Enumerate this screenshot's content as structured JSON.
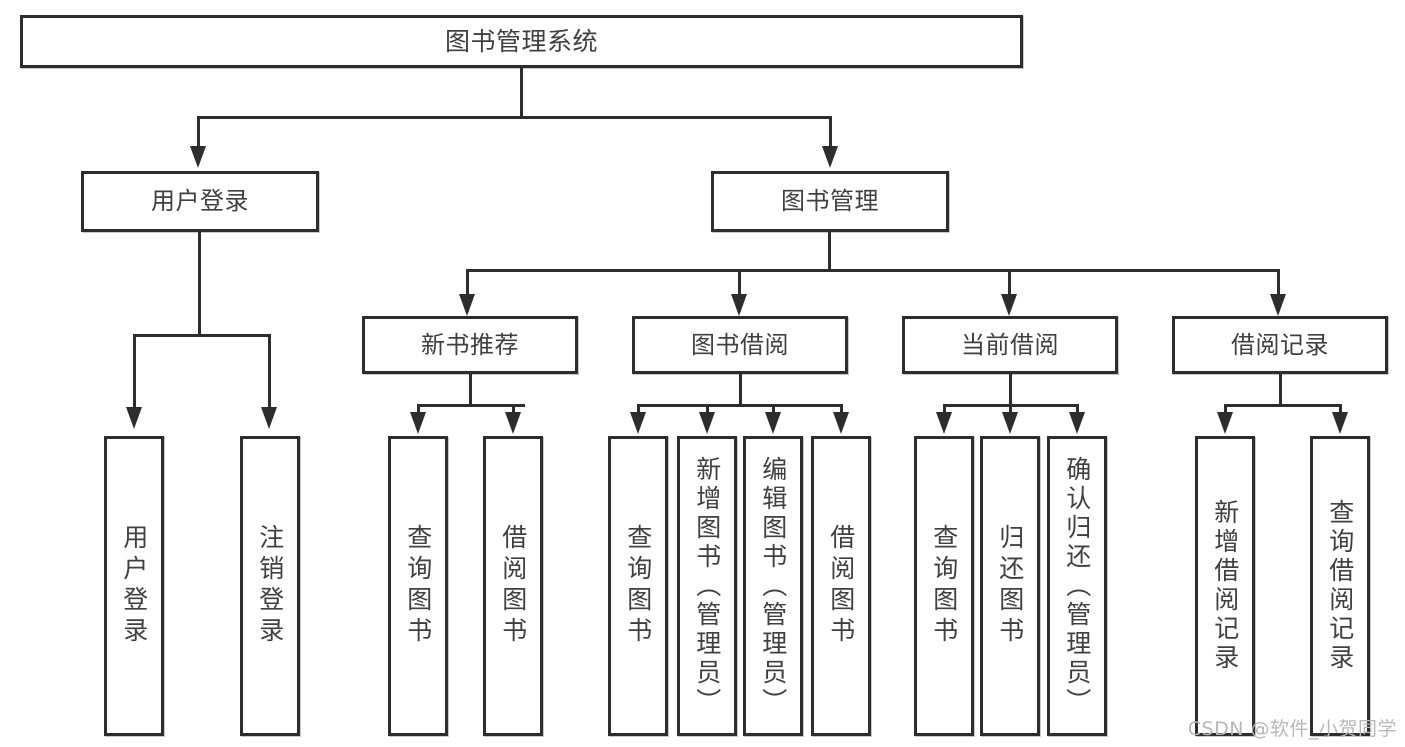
{
  "diagram": {
    "title": "图书管理系统",
    "type": "hierarchy-tree",
    "watermark": "CSDN @软件_小贺同学",
    "colors": {
      "border": "#2d2d2d",
      "text": "#404040",
      "background": "#ffffff",
      "shadow": "#c9c9c9",
      "watermark": "#b8b8b8"
    },
    "levels": {
      "root": {
        "label": "图书管理系统"
      },
      "level2": [
        {
          "label": "用户登录"
        },
        {
          "label": "图书管理"
        }
      ],
      "level3": [
        {
          "label": "新书推荐"
        },
        {
          "label": "图书借阅"
        },
        {
          "label": "当前借阅"
        },
        {
          "label": "借阅记录"
        }
      ],
      "leaves": {
        "user_login": [
          {
            "label": "用户登录"
          },
          {
            "label": "注销登录"
          }
        ],
        "new_book_recommend": [
          {
            "label": "查询图书"
          },
          {
            "label": "借阅图书"
          }
        ],
        "book_borrow": [
          {
            "label": "查询图书"
          },
          {
            "label": "新增图书（管理员）"
          },
          {
            "label": "编辑图书（管理员）"
          },
          {
            "label": "借阅图书"
          }
        ],
        "current_borrow": [
          {
            "label": "查询图书"
          },
          {
            "label": "归还图书"
          },
          {
            "label": "确认归还（管理员）"
          }
        ],
        "borrow_record": [
          {
            "label": "新增借阅记录"
          },
          {
            "label": "查询借阅记录"
          }
        ]
      }
    }
  }
}
